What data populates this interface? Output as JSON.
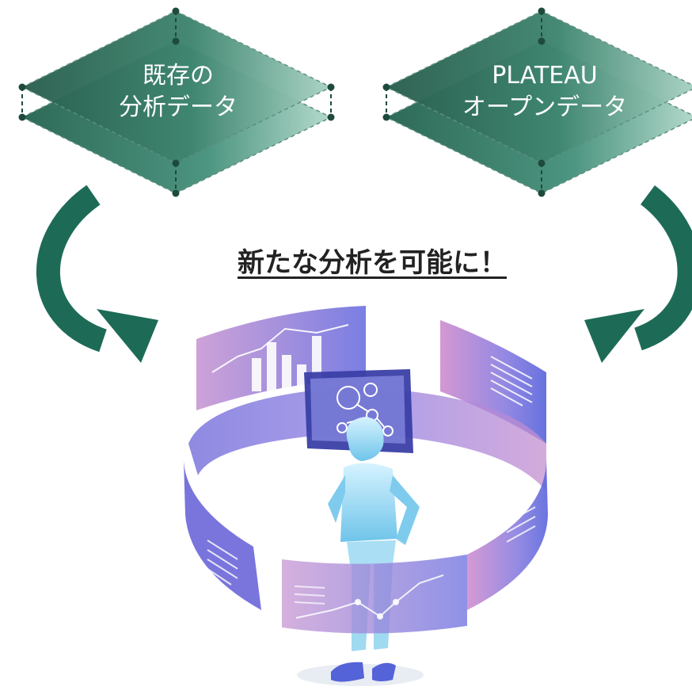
{
  "layers": {
    "left": {
      "line1": "既存の",
      "line2": "分析データ"
    },
    "right": {
      "line1": "PLATEAU",
      "line2": "オープンデータ"
    }
  },
  "headline": "新たな分析を可能に！",
  "colors": {
    "layer_dark": "#2f6b5a",
    "layer_light": "#9cc8b9",
    "arrow": "#1d6b57",
    "panel_purple": "#7a6fd6",
    "panel_pink": "#c78ad0",
    "robot": "#8fd3ee",
    "text": "#222222"
  },
  "icons": {
    "left_arrow": "curved-arrow-down-right-icon",
    "right_arrow": "curved-arrow-down-left-icon",
    "figure": "robot-analyst-illustration"
  }
}
